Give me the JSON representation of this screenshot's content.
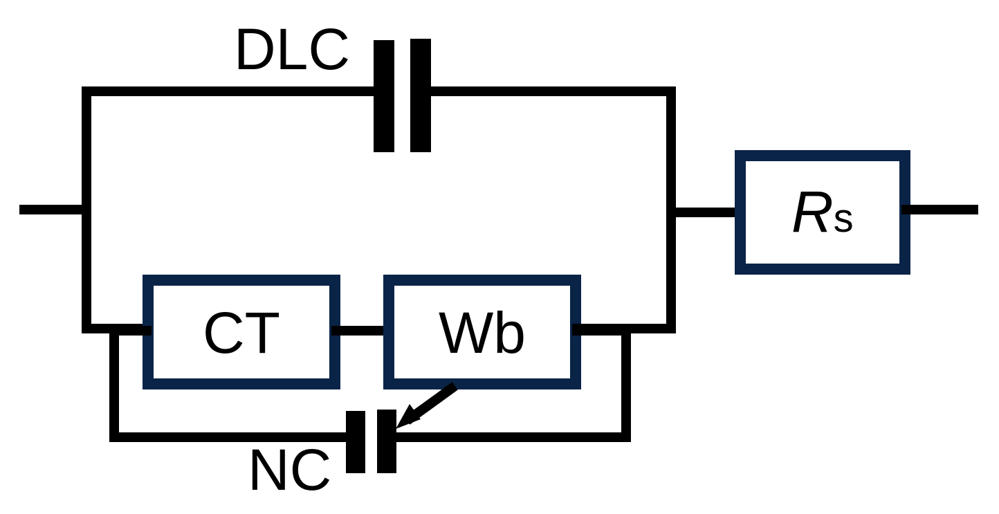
{
  "diagram": {
    "components": {
      "dlc": {
        "label": "DLC",
        "kind": "capacitor"
      },
      "nc": {
        "label": "NC",
        "kind": "variable-capacitor"
      },
      "ct": {
        "label": "CT",
        "kind": "element-box"
      },
      "wb": {
        "label": "Wb",
        "kind": "element-box"
      },
      "rs": {
        "label_main": "R",
        "label_sub": "s",
        "kind": "element-box"
      }
    },
    "colors": {
      "wire": "#000000",
      "box_border": "#0a2447",
      "background": "#ffffff"
    }
  }
}
